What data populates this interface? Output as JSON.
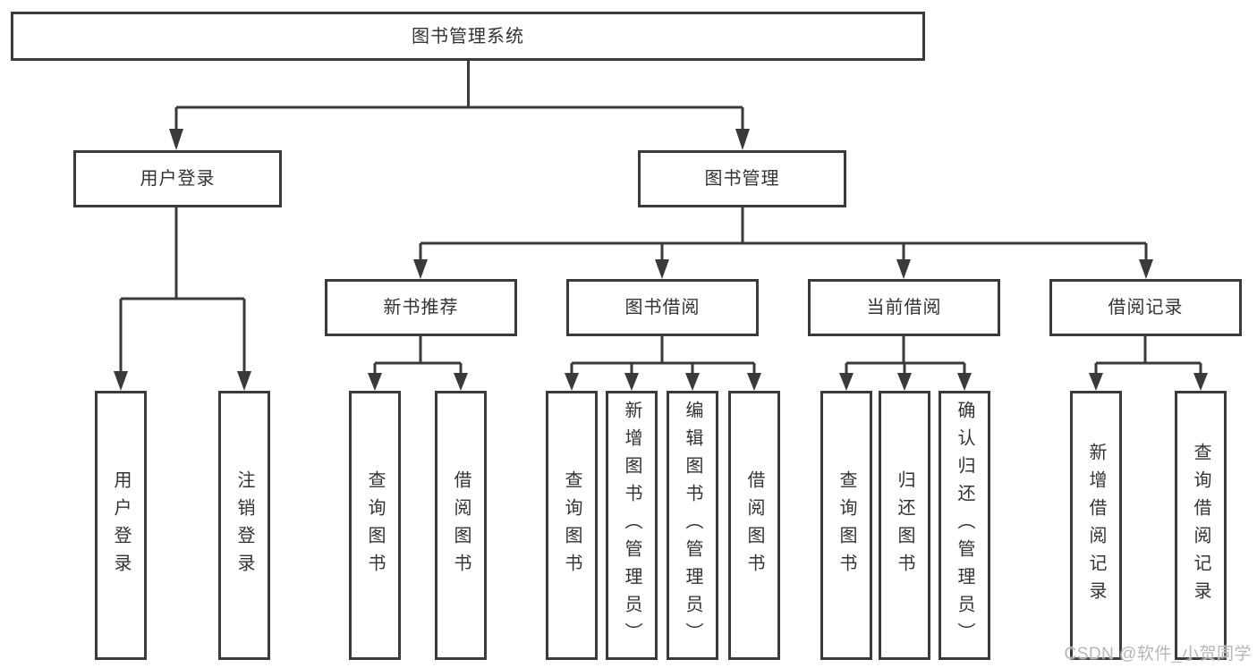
{
  "diagram": {
    "root": {
      "label": "图书管理系统"
    },
    "level2": [
      {
        "id": "user-login",
        "label": "用户登录"
      },
      {
        "id": "book-management",
        "label": "图书管理"
      }
    ],
    "level3": [
      {
        "id": "new-book-recommendation",
        "parent": "图书管理",
        "label": "新书推荐"
      },
      {
        "id": "book-borrowing",
        "parent": "图书管理",
        "label": "图书借阅"
      },
      {
        "id": "current-borrowing",
        "parent": "图书管理",
        "label": "当前借阅"
      },
      {
        "id": "borrowing-records",
        "parent": "图书管理",
        "label": "借阅记录"
      }
    ],
    "leaves": [
      {
        "parent": "用户登录",
        "label": "用户登录"
      },
      {
        "parent": "用户登录",
        "label": "注销登录"
      },
      {
        "parent": "新书推荐",
        "label": "查询图书"
      },
      {
        "parent": "新书推荐",
        "label": "借阅图书"
      },
      {
        "parent": "图书借阅",
        "label": "查询图书"
      },
      {
        "parent": "图书借阅",
        "label": "新增图书（管理员）"
      },
      {
        "parent": "图书借阅",
        "label": "编辑图书（管理员）"
      },
      {
        "parent": "图书借阅",
        "label": "借阅图书"
      },
      {
        "parent": "当前借阅",
        "label": "查询图书"
      },
      {
        "parent": "当前借阅",
        "label": "归还图书"
      },
      {
        "parent": "当前借阅",
        "label": "确认归还（管理员）"
      },
      {
        "parent": "借阅记录",
        "label": "新增借阅记录"
      },
      {
        "parent": "借阅记录",
        "label": "查询借阅记录"
      }
    ]
  },
  "watermark": {
    "text": "CSDN @软件_小贺同学"
  },
  "colors": {
    "line": "#3a3a3a",
    "text": "#333333",
    "watermark": "#b7b7b7",
    "background": "#ffffff"
  }
}
